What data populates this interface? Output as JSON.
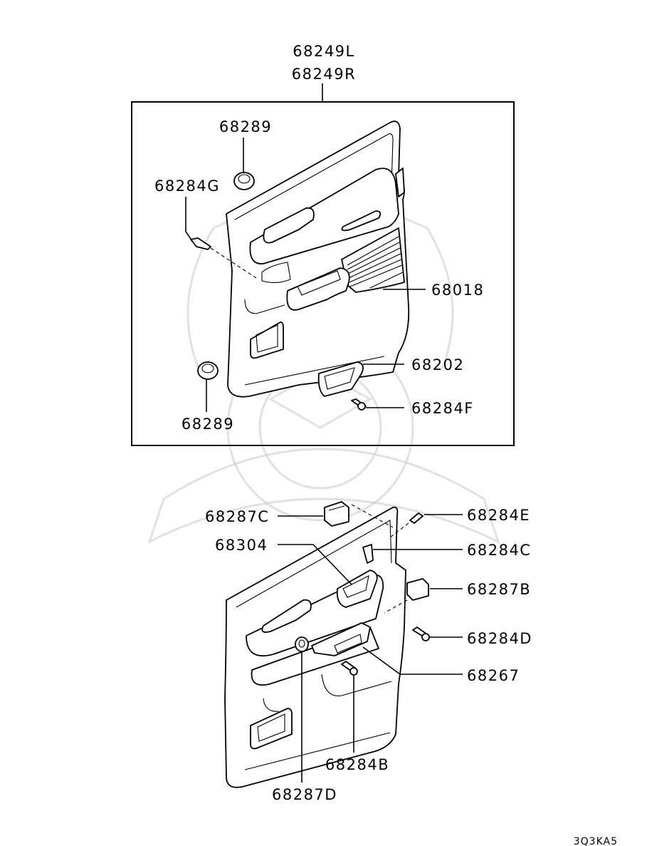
{
  "diagram_code": "3Q3KA5",
  "assembly_labels": [
    "68249L",
    "68249R"
  ],
  "callouts": {
    "p68289_top": "68289",
    "p68284G": "68284G",
    "p68018": "68018",
    "p68202": "68202",
    "p68284F": "68284F",
    "p68289_bottom": "68289",
    "p68287C": "68287C",
    "p68284E": "68284E",
    "p68304": "68304",
    "p68284C": "68284C",
    "p68287B": "68287B",
    "p68284D": "68284D",
    "p68267": "68267",
    "p68284B": "68284B",
    "p68287D": "68287D"
  }
}
